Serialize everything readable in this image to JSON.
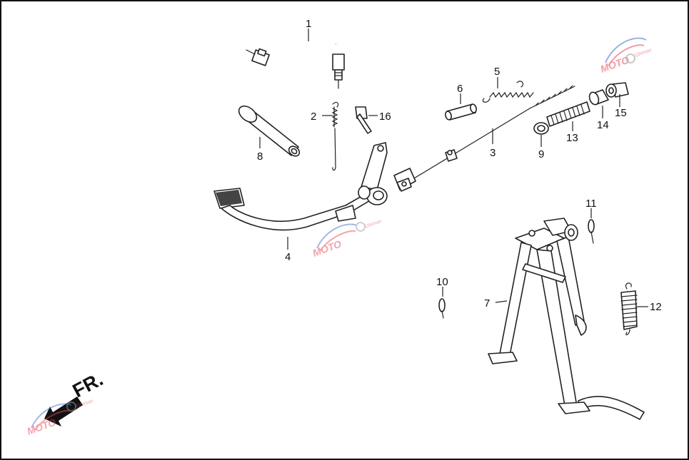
{
  "callouts": [
    "1",
    "2",
    "3",
    "4",
    "5",
    "6",
    "7",
    "8",
    "9",
    "10",
    "11",
    "12",
    "13",
    "14",
    "15",
    "16"
  ],
  "direction_label": "FR.",
  "watermark": {
    "text": "MOTO",
    "sub": "Ghiman",
    "colors": [
      "#e74c5a",
      "#4a6fc7",
      "#9aa0a6"
    ]
  },
  "colors": {
    "line": "#222222",
    "background": "#ffffff",
    "arrow": "#111111"
  }
}
